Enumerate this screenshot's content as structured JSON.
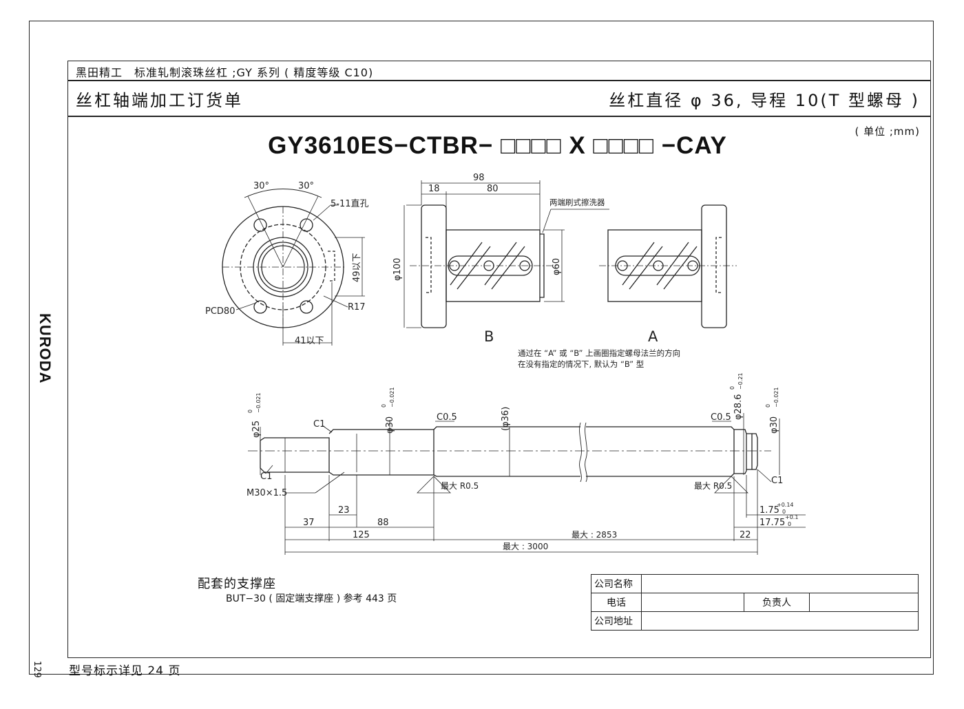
{
  "header": {
    "line1": "黑田精工　标准轧制滚珠丝杠 ;GY 系列 ( 精度等级 C10)",
    "title": "丝杠轴端加工订货单",
    "spec": "丝杠直径 φ 36, 导程 10(T 型螺母 )"
  },
  "unit_note": "( 单位 ;mm)",
  "model_code": "GY3610ES−CTBR− □□□□ X □□□□ −CAY",
  "brand": "KURODA",
  "page_number": "129",
  "footnote": "型号标示详见 24 页",
  "flange_view": {
    "angle_left": "30°",
    "angle_right": "30°",
    "hole": "5-11直孔",
    "pcd": "PCD80",
    "radius": "R17",
    "width": "41以下",
    "height": "49以下"
  },
  "nut_view": {
    "dim_total": "98",
    "dim_flange": "18",
    "dim_body": "80",
    "wiper": "两端刷式擦洗器",
    "dia_flange": "φ100",
    "dia_body": "φ60",
    "label_b": "B",
    "label_a": "A",
    "note1": "通过在 “A” 或 “B” 上画圈指定螺母法兰的方向",
    "note2": "在没有指定的情况下, 默认为 “B” 型"
  },
  "shaft": {
    "d25": "φ25",
    "d25_tol_up": "0",
    "d25_tol_low": "−0.021",
    "d30": "φ30",
    "d30_tol_up": "0",
    "d30_tol_low": "−0.021",
    "d36": "(φ36)",
    "d28": "φ28.6",
    "d28_tol_up": "0",
    "d28_tol_low": "−0.21",
    "d30r": "φ30",
    "d30r_tol_up": "0",
    "d30r_tol_low": "−0.021",
    "c1_top": "C1",
    "c1_bot": "C1",
    "c1_right": "C1",
    "c05_left": "C0.5",
    "c05_right": "C0.5",
    "thread": "M30×1.5",
    "r_left": "最大 R0.5",
    "r_right": "最大 R0.5",
    "dim_37": "37",
    "dim_23": "23",
    "dim_88": "88",
    "dim_125": "125",
    "dim_2853": "最大 : 2853",
    "dim_22": "22",
    "dim_3000": "最大 : 3000",
    "dim_175": "1.75",
    "dim_175_up": "+0.14",
    "dim_175_low": "0",
    "dim_1775": "17.75",
    "dim_1775_up": "+0.1",
    "dim_1775_low": "0"
  },
  "support": {
    "title": "配套的支撑座",
    "ref": "BUT−30 ( 固定端支撑座 ) 参考 443 页"
  },
  "form": {
    "company_name": "公司名称",
    "phone": "电话",
    "contact": "负责人",
    "address": "公司地址"
  }
}
